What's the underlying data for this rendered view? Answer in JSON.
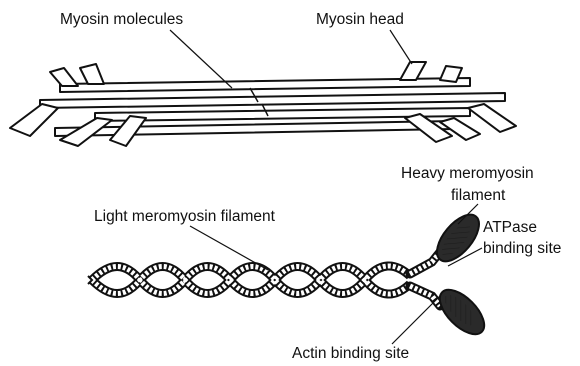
{
  "labels": {
    "myosin_molecules": "Myosin molecules",
    "myosin_head": "Myosin head",
    "light_meromyosin": "Light meromyosin filament",
    "heavy_meromyosin_line1": "Heavy meromyosin",
    "heavy_meromyosin_line2": "filament",
    "atpase_line1": "ATPase",
    "atpase_line2": "binding site",
    "actin_binding_site": "Actin binding site"
  },
  "colors": {
    "ink": "#111111",
    "fill": "#ffffff",
    "head_fill": "#2a2a2a"
  }
}
